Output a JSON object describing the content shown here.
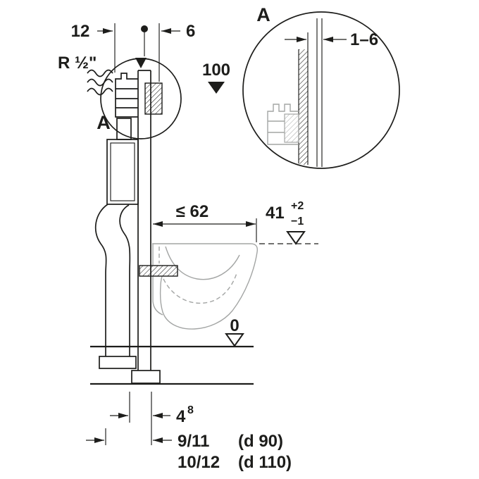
{
  "colors": {
    "line": "#1d1d1b",
    "ghost": "#a3a5a4",
    "bg": "#ffffff"
  },
  "labels": {
    "dim_supply_left": "12",
    "dim_supply_right": "6",
    "supply_thread": "R ½\"",
    "detail_marker": "A",
    "level_supply": "100",
    "detail_title": "A",
    "dim_wall_finish": "1–6",
    "dim_max_offset": "≤ 62",
    "dim_rim_height": "41",
    "dim_rim_tol_plus": "+2",
    "dim_rim_tol_minus": "−1",
    "level_floor": "0",
    "dim_outlet_offset": "4",
    "dim_outlet_offset_sup": "8",
    "dim_drain_1": "9/11",
    "dim_drain_1_dia": "(d 90)",
    "dim_drain_2": "10/12",
    "dim_drain_2_dia": "(d 110)"
  }
}
